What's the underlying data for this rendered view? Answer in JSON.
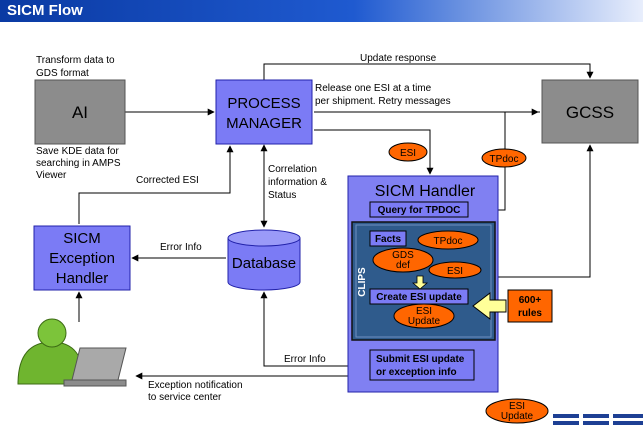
{
  "title": "SICM Flow",
  "nodes": {
    "ai": "AI",
    "pm_line1": "PROCESS",
    "pm_line2": "MANAGER",
    "gcss": "GCSS",
    "exception_line1": "SICM",
    "exception_line2": "Exception",
    "exception_line3": "Handler",
    "database": "Database",
    "handler_title": "SICM Handler",
    "query": "Query for TPDOC",
    "clips": "CLIPS",
    "facts": "Facts",
    "create": "Create ESI update",
    "submit_line1": "Submit ESI update",
    "submit_line2": "or exception info",
    "rules_line1": "600+",
    "rules_line2": "rules"
  },
  "ovals": {
    "esi": "ESI",
    "tpdoc": "TPdoc",
    "facts_tpdoc": "TPdoc",
    "gds_line1": "GDS",
    "gds_line2": "def",
    "facts_esi": "ESI",
    "esi_update_line1": "ESI",
    "esi_update_line2": "Update",
    "bottom_line1": "ESI",
    "bottom_line2": "Update"
  },
  "labels": {
    "transform_line1": "Transform data to",
    "transform_line2": "GDS format",
    "save_line1": "Save KDE data for",
    "save_line2": "searching in AMPS",
    "save_line3": "Viewer",
    "update_response": "Update response",
    "release_line1": "Release one ESI at a time",
    "release_line2": "per shipment. Retry messages",
    "correlation_line1": "Correlation",
    "correlation_line2": "information &",
    "correlation_line3": "Status",
    "corrected_esi": "Corrected ESI",
    "error_info_left": "Error Info",
    "error_info_bottom": "Error Info",
    "notification_line1": "Exception notification",
    "notification_line2": "to service center"
  },
  "colors": {
    "blue_box": "#7b7bf5",
    "gray_box": "#8c8c8c",
    "handler_bg": "#8080f2",
    "clips_bg": "#2f5b8c",
    "oval_fill": "#ff6600",
    "rules_fill": "#ff6600",
    "arrow_fill": "#ffff99"
  }
}
